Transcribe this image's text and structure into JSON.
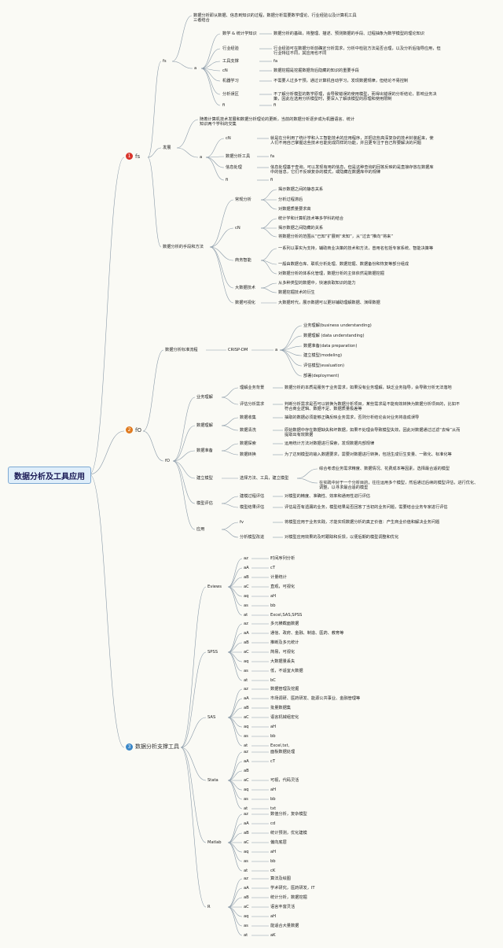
{
  "root": "数据分析及工具应用",
  "colors": {
    "wire": "#8a9aa8",
    "badge1": "#d9342b",
    "badge2": "#e07a1f",
    "badge3": "#3a87c8",
    "root_bg": "#dfeefa"
  },
  "b1": {
    "badge": "1",
    "label": "fs",
    "fs": {
      "label": "fs",
      "intro": "数据分析即从数据、信息到知识的过程，数据分析需要数学理论、行业经验以及计算机工具三者结合",
      "a": {
        "label": "a",
        "items": [
          {
            "k": "数学 & 统计学知识",
            "v": "数据分析的基础，将整理、描述、预测数据的手段、过程抽象为数学模型的理论知识"
          },
          {
            "k": "行业经验",
            "v": "行业经验可在数据分析前确定分析需求，分析中检验方法是否合理，以及分析后指导应用，但行业特征不同，其应用也不同"
          },
          {
            "k": "工具支撑",
            "v": "fa"
          },
          {
            "k": "cN",
            "v": "数据挖掘是挖掘数据背后隐藏的知识的重要手段"
          },
          {
            "k": "机器学习",
            "v": "不需要人过多干预，通过计算机自动学习，发现数据规律，但结论不易控制"
          },
          {
            "k": "分析误区",
            "v": "不了解分析模型的数学原理，会导致错误的使用模型，而得出错误的分析结论，影响业务决策，因此在选用分析模型时，要深入了解该模型的原理和使用限制"
          },
          {
            "k": "fi",
            "v": "fi"
          }
        ]
      }
    },
    "fz": {
      "label": "发展",
      "intro": "随着计算机技术发展和数据分析理论的更新，当前的数据分析逐步成为机器语言、统计知识两个学科的交集",
      "a": {
        "label": "a",
        "items": [
          {
            "k": "cN",
            "v": "就是在分利用了统计学和人工智能技术的应用程序，并把这些高深复杂的技术封装起来，使人们不用自己掌握这些技术也能完成同样的功能，并且更专注于自己所要解决的问题"
          },
          {
            "k": "数据分析工具",
            "v": "fa"
          },
          {
            "k": "信息处理",
            "v": "信息处理基于查询，可以发现有用的信息，但是这种查询的回答反映的是直接存放在数据库中的信息，它们不反映复杂的模式，或隐藏在数据库中的规律"
          },
          {
            "k": "fi",
            "v": "fi"
          }
        ]
      }
    },
    "methods": {
      "label": "数据分析的手段和方法",
      "groups": [
        {
          "k": "常规分析",
          "items": [
            "揭示数据之间的静态关系",
            "分析过程滞后",
            "对数据质量要求高"
          ]
        },
        {
          "k": "cN",
          "items": [
            "统计学和计算机技术等多学科的结合",
            "揭示数据之间隐藏的关系",
            "将数据分析的范围从“已知”扩展到“未知”，从“过去”推向“将来”"
          ]
        },
        {
          "k": "商务智能",
          "items": [
            "一系列以事实为支持，辅助商业决策的技术和方法，曾用名包括专家系统、智能决策等",
            "一般由数据仓库、联机分析处理、数据挖掘、数据备份和恢复等部分组成",
            "对数据分析的体系化管理，数据分析的主体依然是数据挖掘"
          ]
        },
        {
          "k": "大数据技术",
          "items": [
            "从多种类型的数据中，快速获取知识的能力",
            "数据挖掘技术的衍生"
          ]
        },
        {
          "k": "数据可视化",
          "items": [
            "大数据时代，展示数据可以更好辅助理解数据、演绎数据"
          ]
        }
      ]
    }
  },
  "b2": {
    "badge": "2",
    "label": "fO",
    "crisp": {
      "label": "数据分析标准流程",
      "sub": "CRISP-DM",
      "a": "a",
      "steps": [
        "业务理解(business understanding)",
        "数据理解 (data understanding)",
        "数据准备(data preparation)",
        "建立模型(modeling)",
        "评估模型(evaluation)",
        "部署(deployment)"
      ]
    },
    "fo": {
      "label": "fO",
      "groups": [
        {
          "k": "业务理解",
          "items": [
            {
              "k": "理解业务背景",
              "v": "数据分析的本质是服务于业务需求，如果没有业务理解，缺乏业务指导，会导致分析无法落地"
            },
            {
              "k": "评估分析需求",
              "v": "判断分析需求是否可以转换为数据分析项目，某些需求是不能有效转换为数据分析项目的，比如不符合商业逻辑、数据不足、数据质量极差等"
            }
          ]
        },
        {
          "k": "数据理解",
          "items": [
            {
              "k": "数据收集",
              "v": "抽取的数据必须能够正确反映业务需求，否则分析结论会对业务将造成误导"
            },
            {
              "k": "数据清洗",
              "v": "原始数据中存在数据缺失和坏数据，如果不处理会导致模型失效，因此对数据通过过滤“去噪”从而提取出有效数据"
            }
          ]
        },
        {
          "k": "数据准备",
          "items": [
            {
              "k": "数据探索",
              "v": "运用统计方法对数据进行探索，发现数据内部规律"
            },
            {
              "k": "数据转换",
              "v": "为了达到模型的输入数据要求，需要对数据进行转换，包括生成衍生变量、一致化、标准化等"
            }
          ]
        },
        {
          "k": "建立模型",
          "items": [
            {
              "k": "选择方法、工具，建立模型",
              "v": "",
              "subs": [
                "综合考虑业务需求精度、数据情况、花费成本等因素，选择最合适的模型",
                "在实践中对于一个分析目的，往往运用多个模型，然后通过后续的模型评估，进行优化、调整，以寻求最合适的模型"
              ]
            }
          ]
        },
        {
          "k": "模型评估",
          "items": [
            {
              "k": "建模过程评估",
              "v": "对模型的精度、准确性、效率和通用性进行评估"
            },
            {
              "k": "模型结果评估",
              "v": "评估是否有遗漏的业务，模型结果是否回答了当初的业务问题，需要结合业务专家进行评估"
            }
          ]
        },
        {
          "k": "应用",
          "items": [
            {
              "k": "fv",
              "v": "将模型应用于业务实践，才能实现数据分析的真正价值：产生商业价值和解决业务问题"
            },
            {
              "k": "分析模型改进",
              "v": "对模型应用效果的及时跟踪和反馈，以便后期的模型调整和优化"
            }
          ]
        }
      ]
    }
  },
  "b3": {
    "badge": "3",
    "label": "数据分析支撑工具",
    "tools": [
      {
        "name": "Eviews",
        "rows": [
          [
            "az",
            "时间序列分析"
          ],
          [
            "aA",
            "cT"
          ],
          [
            "aB",
            "计量统计"
          ],
          [
            "aC",
            "直观，可视化"
          ],
          [
            "aq",
            "aH"
          ],
          [
            "as",
            "bb"
          ],
          [
            "at",
            "Excel,SAS,SPSS"
          ]
        ]
      },
      {
        "name": "SPSS",
        "rows": [
          [
            "az",
            "多元横截面数据"
          ],
          [
            "aA",
            "通信、政府、金融、制造、医药、教育等"
          ],
          [
            "aB",
            "推断及多元统计"
          ],
          [
            "aC",
            "简易，可视化"
          ],
          [
            "aq",
            "大数据量丢失"
          ],
          [
            "as",
            "低，不适宜大数据"
          ],
          [
            "at",
            "bC"
          ]
        ]
      },
      {
        "name": "SAS",
        "rows": [
          [
            "az",
            "数据管理及挖掘"
          ],
          [
            "aA",
            "市场调研、医药研发、能源公共事业、金融管理等"
          ],
          [
            "aB",
            "批量数据集"
          ],
          [
            "aC",
            "语言机械组宏化"
          ],
          [
            "aq",
            "aH"
          ],
          [
            "as",
            "bb"
          ],
          [
            "at",
            "Excel,txt,"
          ]
        ]
      },
      {
        "name": "Stata",
        "rows": [
          [
            "az",
            "面板数据处理"
          ],
          [
            "aA",
            "cT"
          ],
          [
            "aB",
            ""
          ],
          [
            "aC",
            "可视，代码灵活"
          ],
          [
            "aq",
            "aH"
          ],
          [
            "as",
            "bb"
          ],
          [
            "at",
            "txt"
          ]
        ]
      },
      {
        "name": "Matlab",
        "rows": [
          [
            "az",
            "数值分析，复杂模型"
          ],
          [
            "aA",
            "cd"
          ],
          [
            "aB",
            "统计预测，优化建模"
          ],
          [
            "aC",
            "偏向底层"
          ],
          [
            "aq",
            "aH"
          ],
          [
            "as",
            "bb"
          ],
          [
            "at",
            "cK"
          ]
        ]
      },
      {
        "name": "R",
        "rows": [
          [
            "az",
            "算法及绘图"
          ],
          [
            "aA",
            "学术研究，医药研发，IT"
          ],
          [
            "aB",
            "统计分析，数据挖掘"
          ],
          [
            "aC",
            "语言丰富灵活"
          ],
          [
            "aq",
            "aH"
          ],
          [
            "as",
            "能适合大量数据"
          ],
          [
            "at",
            "aK"
          ]
        ]
      }
    ]
  }
}
